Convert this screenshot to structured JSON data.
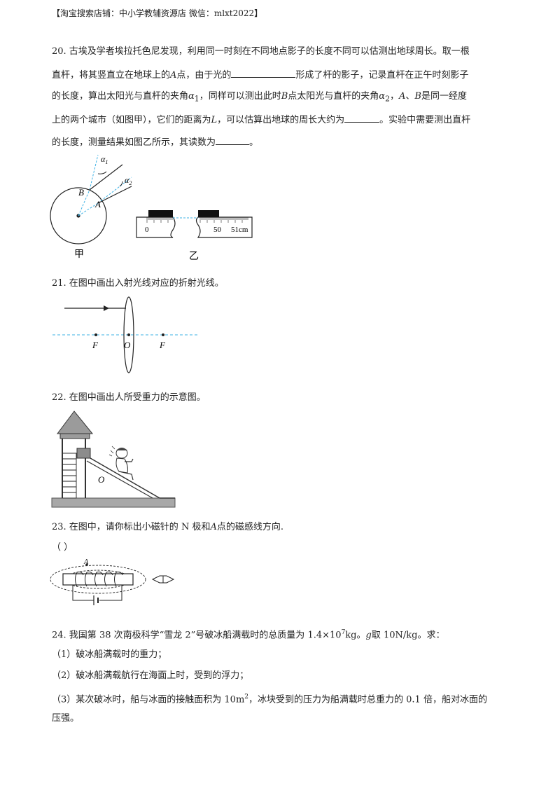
{
  "header": "【淘宝搜索店铺：中小学教辅资源店  微信：mlxt2022】",
  "q20": {
    "l1": "20. 古埃及学者埃拉托色尼发现，利用同一时刻在不同地点影子的长度不同可以估测出地球周长。取一根",
    "l2a": "直杆，将其竖直立在地球上的",
    "l2b": "A",
    "l2c": "点，由于光的",
    "l2d": "形成了杆的影子，记录直杆在正午时刻影子",
    "l3a": "的长度，算出太阳光与直杆的夹角",
    "l3b": "α",
    "l3c": "1",
    "l3d": "，同样可以测出此时",
    "l3e": "B",
    "l3f": "点太阳光与直杆的夹角",
    "l3g": "α",
    "l3h": "2",
    "l3i": "，",
    "l3j": "A",
    "l3k": "、",
    "l3l": "B",
    "l3m": "是同一经度",
    "l4a": "上的两个城市（如图甲），它们的距离为",
    "l4b": "L",
    "l4c": "，可以估算出地球的周长大约为",
    "l4d": "。实验中需要测出直杆",
    "l5a": "的长度，测量结果如图乙所示，其读数为",
    "l5b": "。",
    "fig_jia": {
      "alpha1_a": "α",
      "alpha1_s": "1",
      "alpha2_a": "α",
      "alpha2_s": "2",
      "B": "B",
      "A": "A",
      "caption": "甲"
    },
    "fig_yi": {
      "t0": "0",
      "t50": "50",
      "t51": "51cm",
      "caption": "乙"
    }
  },
  "q21": {
    "text": "21. 在图中画出入射光线对应的折射光线。",
    "F1": "F",
    "O": "O",
    "F2": "F"
  },
  "q22": {
    "text": "22. 在图中画出人所受重力的示意图。",
    "O": "O"
  },
  "q23": {
    "text_a": "23. 在图中，请你标出小磁针的 N 极和",
    "text_b": "A",
    "text_c": "点的磁感线方向.",
    "paren": "（          ）",
    "A": "A"
  },
  "q24": {
    "l1a": "24. 我国第 38 次南极科学“雪龙 2”号破冰船满载时的总质量为 1.4×10",
    "l1b": "7",
    "l1c": "kg。",
    "l1d": "g",
    "l1e": "取 10N/kg。求：",
    "p1": "（1）破冰船满载时的重力；",
    "p2": "（2）破冰船满载航行在海面上时，受到的浮力；",
    "p3a": "（3）某次破冰时，船与冰面的接触面积为 10m",
    "p3b": "2",
    "p3c": "，冰块受到的压力为船满载时总重力的 0.1 倍，船对冰面的",
    "p4": "压强。"
  },
  "colors": {
    "text": "#222222",
    "dash_blue": "#3fb3e6",
    "ground": "#9a9a9a",
    "box": "#8c8c8c"
  }
}
